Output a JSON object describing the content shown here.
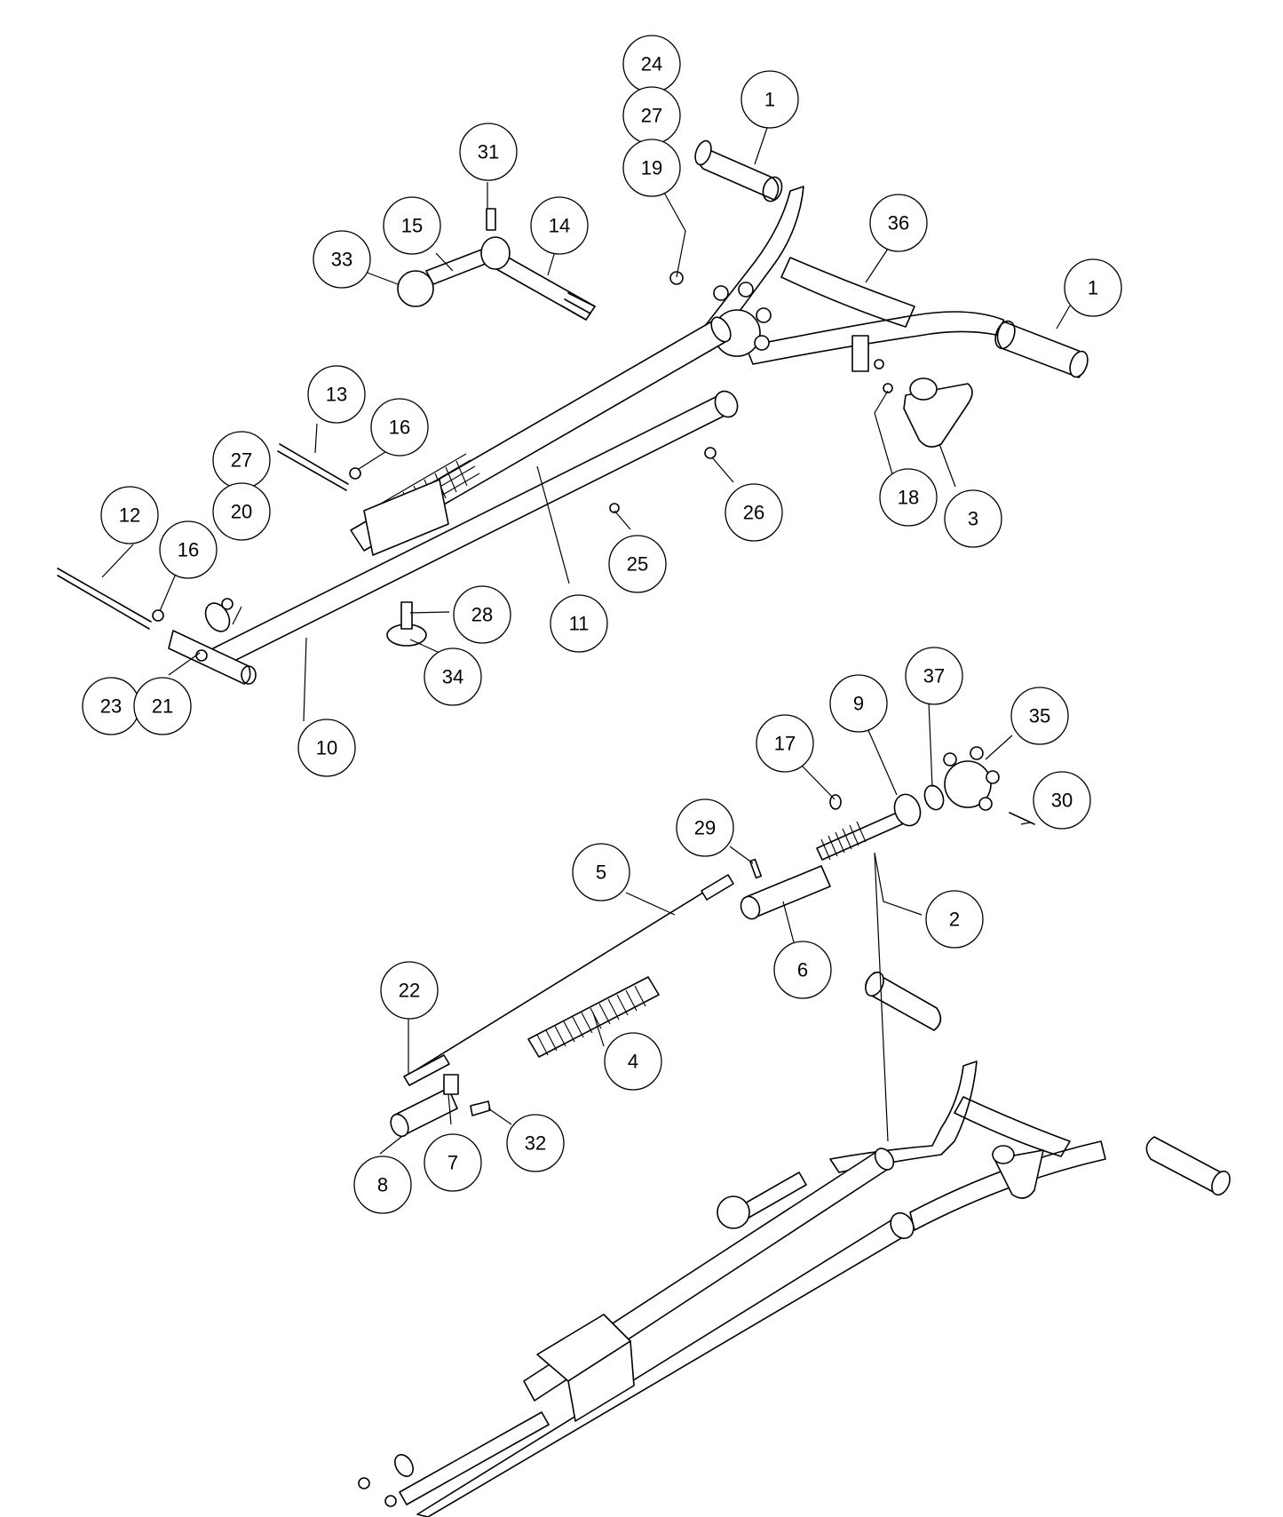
{
  "diagram": {
    "type": "exploded-parts-diagram",
    "callouts": [
      {
        "id": "c24",
        "label": "24"
      },
      {
        "id": "c27a",
        "label": "27"
      },
      {
        "id": "c19",
        "label": "19"
      },
      {
        "id": "c1a",
        "label": "1"
      },
      {
        "id": "c31",
        "label": "31"
      },
      {
        "id": "c14",
        "label": "14"
      },
      {
        "id": "c15",
        "label": "15"
      },
      {
        "id": "c33",
        "label": "33"
      },
      {
        "id": "c36",
        "label": "36"
      },
      {
        "id": "c1b",
        "label": "1"
      },
      {
        "id": "c13",
        "label": "13"
      },
      {
        "id": "c16a",
        "label": "16"
      },
      {
        "id": "c27b",
        "label": "27"
      },
      {
        "id": "c20",
        "label": "20"
      },
      {
        "id": "c12",
        "label": "12"
      },
      {
        "id": "c16b",
        "label": "16"
      },
      {
        "id": "c26",
        "label": "26"
      },
      {
        "id": "c18",
        "label": "18"
      },
      {
        "id": "c3",
        "label": "3"
      },
      {
        "id": "c25",
        "label": "25"
      },
      {
        "id": "c11",
        "label": "11"
      },
      {
        "id": "c28",
        "label": "28"
      },
      {
        "id": "c34",
        "label": "34"
      },
      {
        "id": "c23",
        "label": "23"
      },
      {
        "id": "c21",
        "label": "21"
      },
      {
        "id": "c10",
        "label": "10"
      },
      {
        "id": "c9",
        "label": "9"
      },
      {
        "id": "c37",
        "label": "37"
      },
      {
        "id": "c35",
        "label": "35"
      },
      {
        "id": "c17",
        "label": "17"
      },
      {
        "id": "c30",
        "label": "30"
      },
      {
        "id": "c29",
        "label": "29"
      },
      {
        "id": "c5",
        "label": "5"
      },
      {
        "id": "c2",
        "label": "2"
      },
      {
        "id": "c6",
        "label": "6"
      },
      {
        "id": "c22",
        "label": "22"
      },
      {
        "id": "c4",
        "label": "4"
      },
      {
        "id": "c32",
        "label": "32"
      },
      {
        "id": "c8",
        "label": "8"
      },
      {
        "id": "c7",
        "label": "7"
      }
    ]
  }
}
